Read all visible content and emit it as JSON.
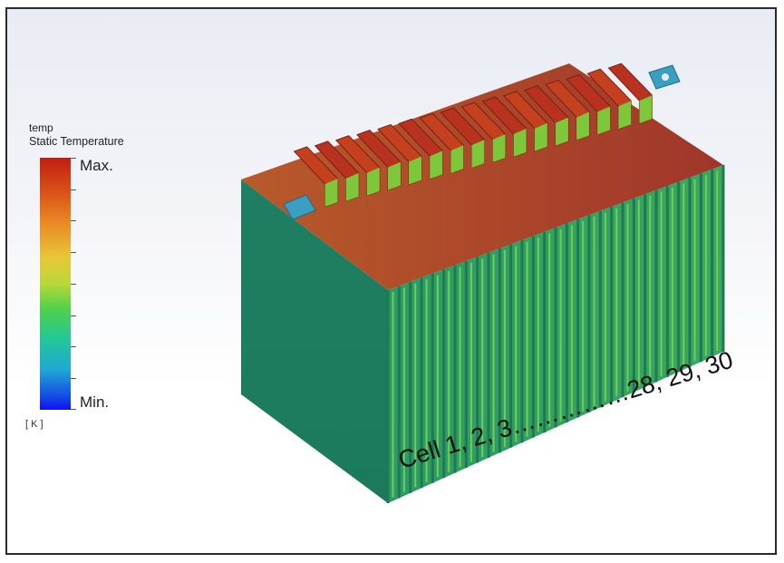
{
  "legend": {
    "variable": "temp",
    "quantity": "Static Temperature",
    "max_label": "Max.",
    "min_label": "Min.",
    "unit": "[ K ]"
  },
  "cells_label": "Cell 1, 2, 3……………28, 29, 30",
  "colors": {
    "hot": "#c43a18",
    "warm": "#e0782a",
    "mid": "#7ac83c",
    "cool": "#2aa878",
    "cold": "#1a1af0"
  }
}
